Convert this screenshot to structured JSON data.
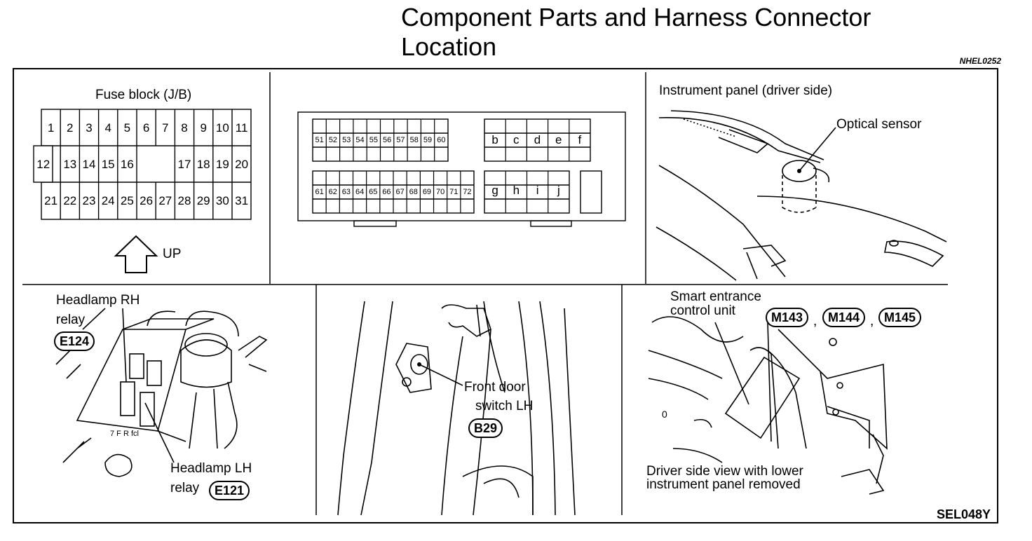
{
  "title_line1": "Component Parts and Harness Connector",
  "title_line2": "Location",
  "doc_code_top": "NHEL0252",
  "doc_code_bottom": "SEL048Y",
  "fuse_block": {
    "heading": "Fuse block (J/B)",
    "row1": [
      "1",
      "2",
      "3",
      "4",
      "5",
      "6",
      "7",
      "8",
      "9",
      "10",
      "11"
    ],
    "row2_left": [
      "12",
      "13",
      "14",
      "15",
      "16"
    ],
    "row2_right": [
      "17",
      "18",
      "19",
      "20"
    ],
    "row3": [
      "21",
      "22",
      "23",
      "24",
      "25",
      "26",
      "27",
      "28",
      "29",
      "30",
      "31"
    ],
    "up_label": "UP"
  },
  "connector_block": {
    "top_left": [
      "51",
      "52",
      "53",
      "54",
      "55",
      "56",
      "57",
      "58",
      "59",
      "60"
    ],
    "bottom_left": [
      "61",
      "62",
      "63",
      "64",
      "65",
      "66",
      "67",
      "68",
      "69",
      "70",
      "71",
      "72"
    ],
    "top_right": [
      "b",
      "c",
      "d",
      "e",
      "f"
    ],
    "bottom_right": [
      "g",
      "h",
      "i",
      "j"
    ]
  },
  "instrument_panel": {
    "heading": "Instrument panel (driver side)",
    "sensor_label": "Optical sensor"
  },
  "headlamp": {
    "rh_label_1": "Headlamp RH",
    "rh_label_2": "relay",
    "rh_connector": "E124",
    "lh_label_1": "Headlamp LH",
    "lh_label_2": "relay",
    "lh_connector": "E121"
  },
  "door_switch": {
    "label_1": "Front door",
    "label_2": "switch LH",
    "connector": "B29"
  },
  "smart_entrance": {
    "label_1": "Smart entrance",
    "label_2": "control unit",
    "connectors": [
      "M143",
      "M144",
      "M145"
    ],
    "note_1": "Driver side view with lower",
    "note_2": "instrument panel removed"
  }
}
